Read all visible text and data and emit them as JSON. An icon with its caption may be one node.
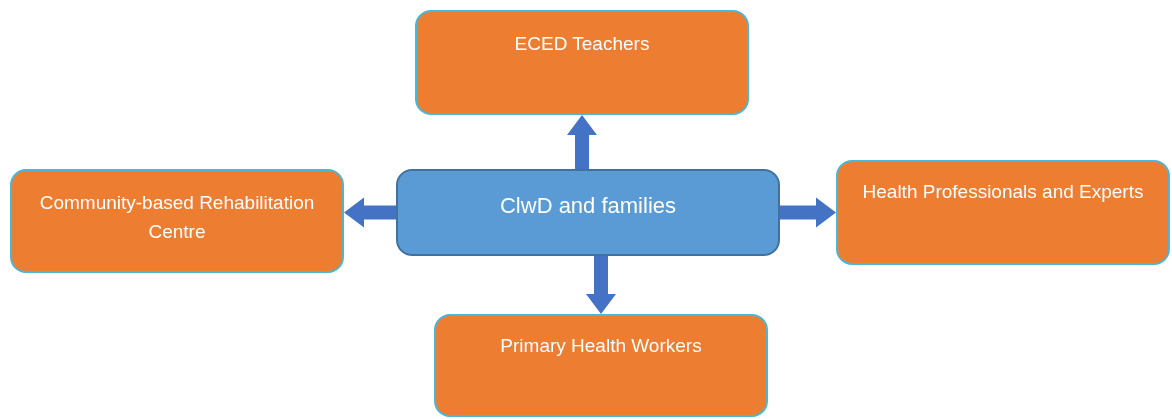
{
  "diagram": {
    "nodes": [
      {
        "text": [
          "ECED Teachers"
        ]
      },
      {
        "text": [
          "Community-based Rehabilitation Centre"
        ]
      },
      {
        "text": [
          "ClwD and families"
        ]
      },
      {
        "text": [
          "Health Professionals and Experts"
        ]
      },
      {
        "text": [
          "Primary Health Workers"
        ]
      }
    ],
    "edges": [
      {
        "from": 2,
        "to": 0,
        "arrow": "to"
      },
      {
        "from": 2,
        "to": 1,
        "arrow": "to"
      },
      {
        "from": 2,
        "to": 3,
        "arrow": "to"
      },
      {
        "from": 2,
        "to": 4,
        "arrow": "to"
      }
    ]
  }
}
